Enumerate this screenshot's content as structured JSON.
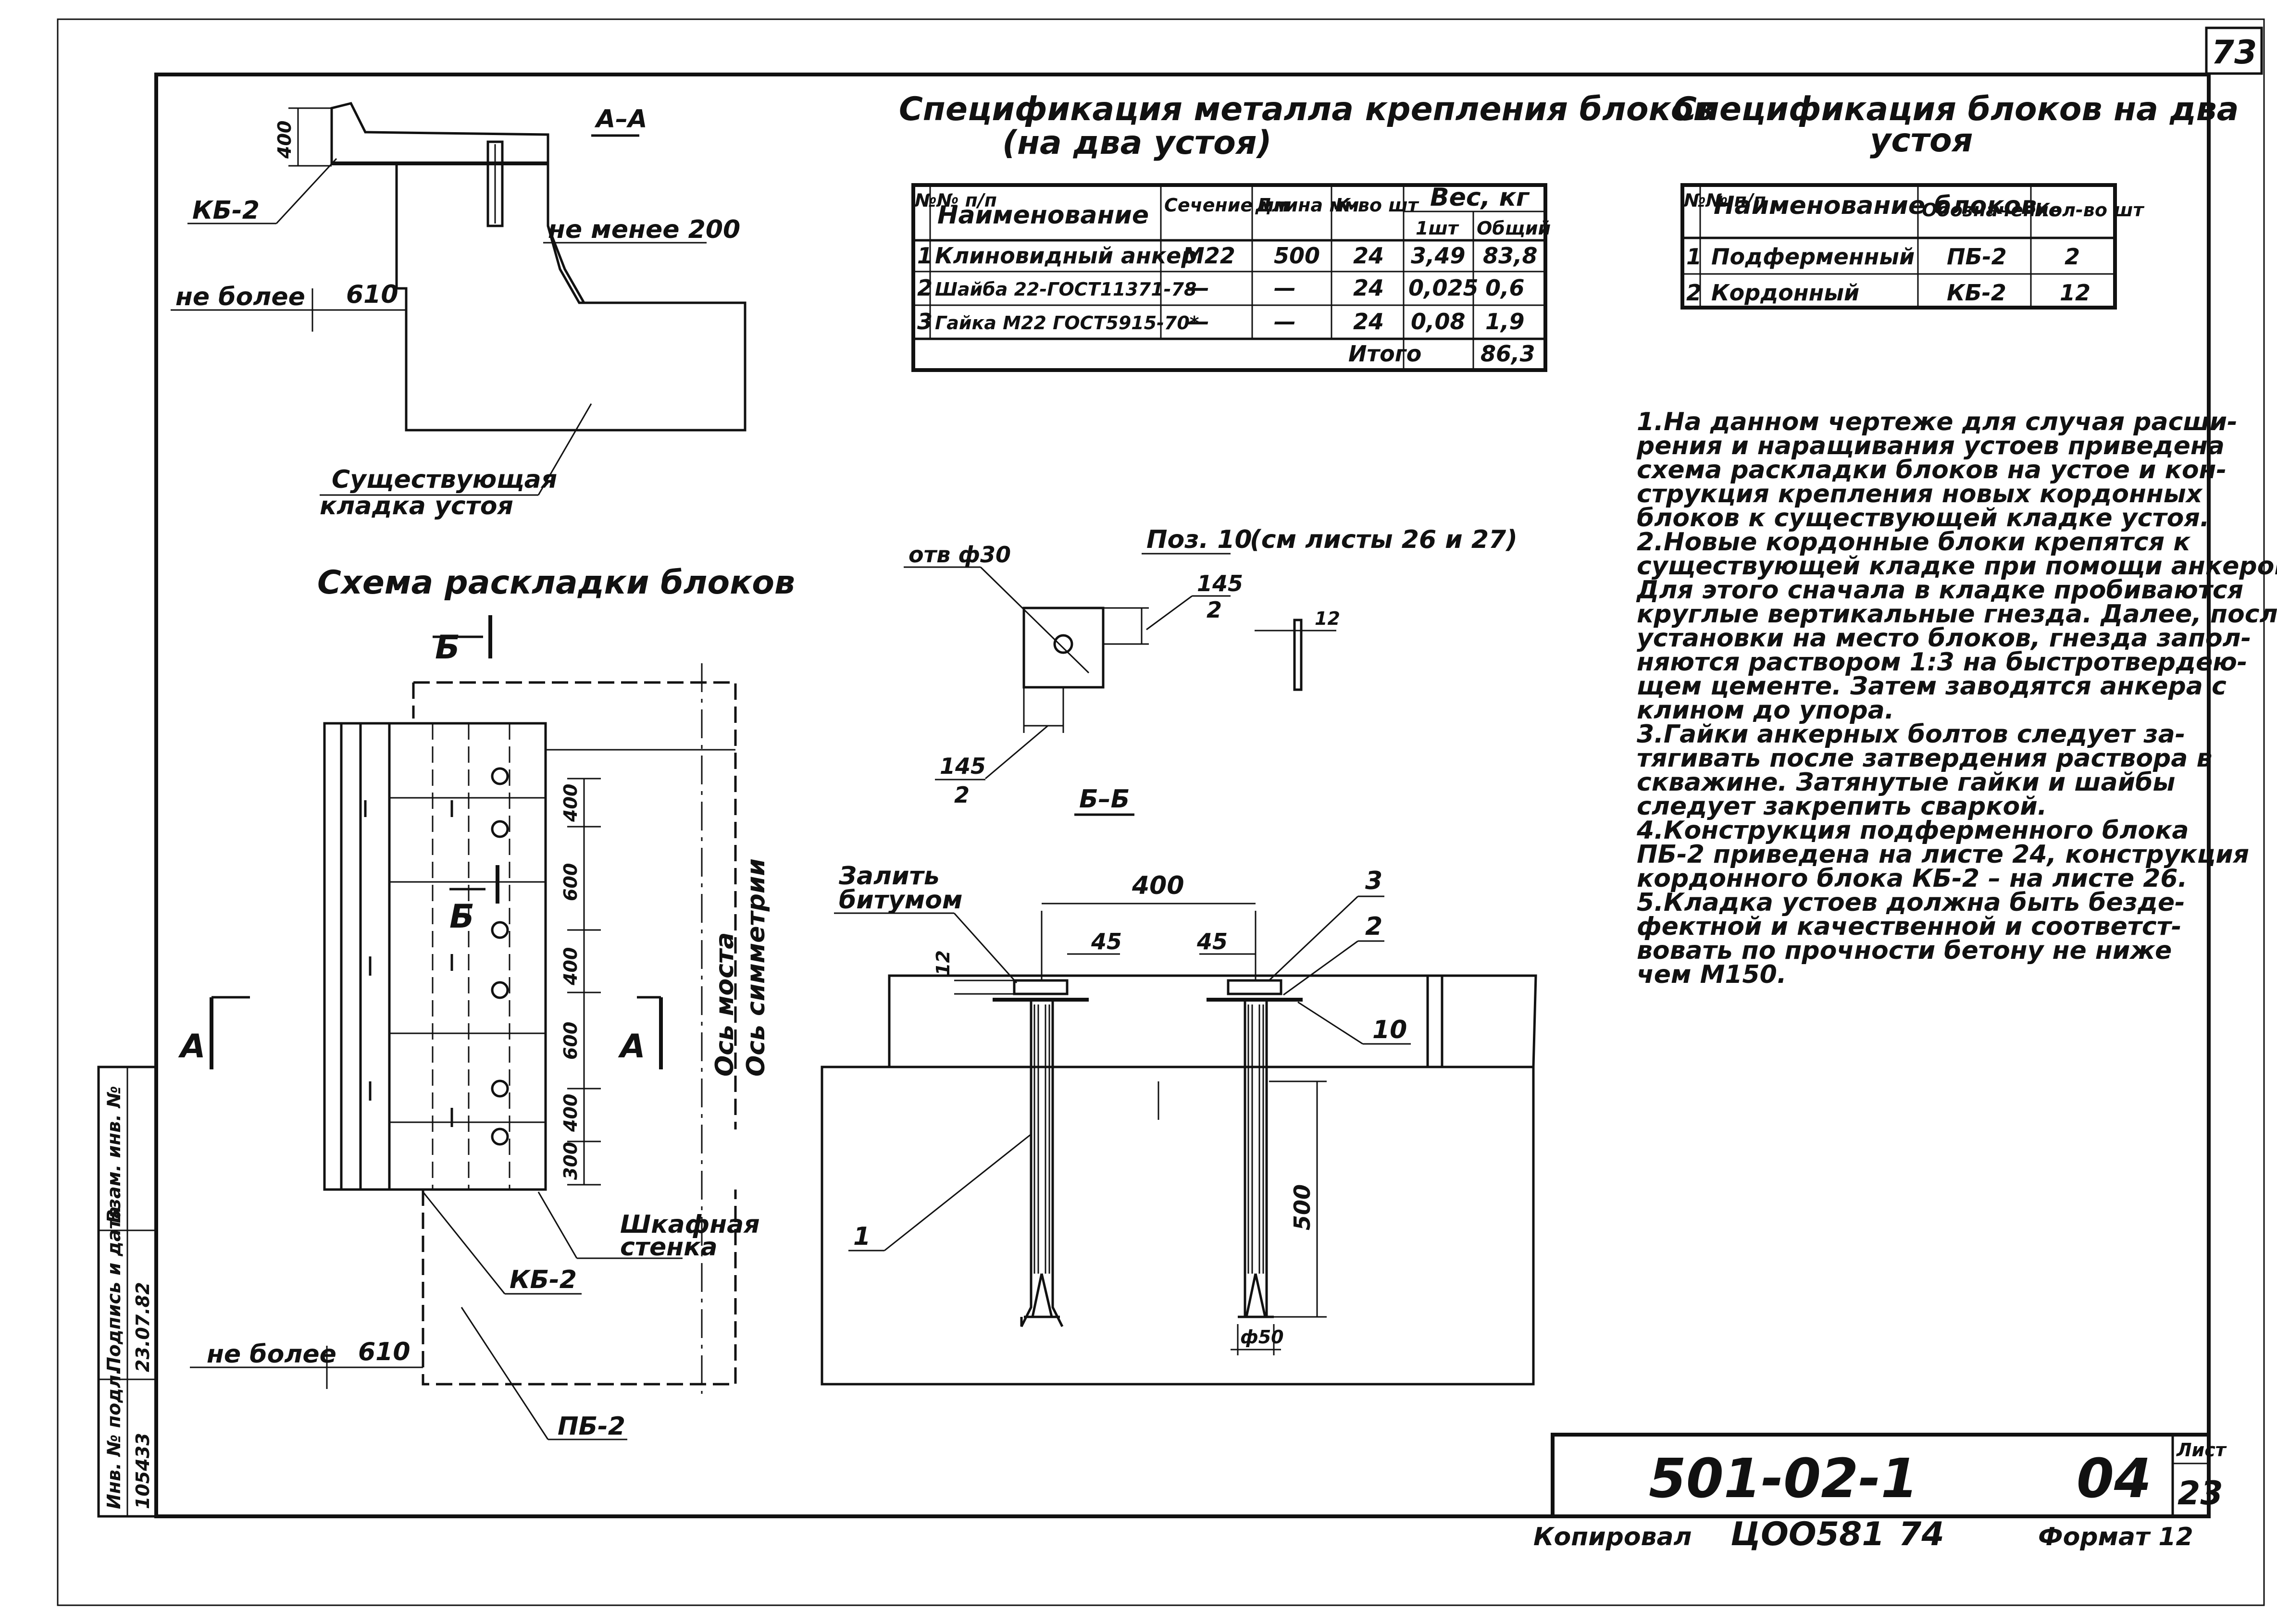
{
  "sheet": {
    "number_top": "73",
    "doc_code": "501-02-1",
    "part": "04",
    "list_label": "Лист",
    "list_no": "23",
    "copy_label": "Копировал",
    "copy_code": "ЦОО581",
    "copy_no": "74",
    "format": "Формат 12"
  },
  "stamp": {
    "headers": [
      "Инв. № подл.",
      "Подпись и дата",
      "Взам. инв. №"
    ],
    "values": [
      "105433",
      "23.07.82",
      ""
    ]
  },
  "section_aa": {
    "title": "А–А",
    "dim_400": "400",
    "kb2": "КБ-2",
    "min_200": "не менее 200",
    "no_more": "не более",
    "dim_610": "610",
    "masonry_l1": "Существующая",
    "masonry_l2": "кладка устоя"
  },
  "plan": {
    "title": "Схема раскладки блоков",
    "mark_b": "Б",
    "mark_a": "А",
    "dims": [
      "400",
      "600",
      "400",
      "600",
      "400",
      "300"
    ],
    "axis1": "Ось моста",
    "axis2": "Ось симметрии",
    "wall_l1": "Шкафная",
    "wall_l2": "стенка",
    "kb2": "КБ-2",
    "pb2": "ПБ-2",
    "no_more": "не более",
    "dim_610": "610"
  },
  "metal_spec": {
    "title_l1": "Спецификация металла крепления блоков",
    "title_l2": "(на два устоя)",
    "head_no": "№№ п/п",
    "head_name": "Наименование",
    "head_section": "Сечение мм",
    "head_length": "Длина мм",
    "head_qty": "К-во шт",
    "head_weight": "Вес, кг",
    "head_w1": "1шт",
    "head_wall": "Общий",
    "rows": [
      {
        "no": "1",
        "name": "Клиновидный анкер",
        "section": "М22",
        "length": "500",
        "qty": "24",
        "w1": "3,49",
        "wall": "83,8"
      },
      {
        "no": "2",
        "name": "Шайба 22-ГОСТ11371-78",
        "section": "—",
        "length": "—",
        "qty": "24",
        "w1": "0,025",
        "wall": "0,6"
      },
      {
        "no": "3",
        "name": "Гайка М22 ГОСТ5915-70*",
        "section": "—",
        "length": "—",
        "qty": "24",
        "w1": "0,08",
        "wall": "1,9"
      }
    ],
    "total_label": "Итого",
    "total": "86,3"
  },
  "blocks_spec": {
    "title_l1": "Спецификация блоков на два",
    "title_l2": "устоя",
    "head_no": "№№ п/п",
    "head_name": "Наименование блоков",
    "head_mark": "Обозначение",
    "head_qty": "Кол-во шт",
    "rows": [
      {
        "no": "1",
        "name": "Подферменный",
        "mark": "ПБ-2",
        "qty": "2"
      },
      {
        "no": "2",
        "name": "Кордонный",
        "mark": "КБ-2",
        "qty": "12"
      }
    ]
  },
  "pos10": {
    "title": "Поз. 10",
    "ref": "(см листы 26 и 27)",
    "hole": "отв ф30",
    "frac_num": "145",
    "frac_den": "2",
    "thick": "12"
  },
  "section_bb": {
    "title": "Б–Б",
    "pour_l1": "Залить",
    "pour_l2": "битумом",
    "dim_400": "400",
    "dim_45a": "45",
    "dim_45b": "45",
    "dim_12": "12",
    "dim_500": "500",
    "dim_d50": "ф50",
    "pos1": "1",
    "pos2": "2",
    "pos3": "3",
    "pos10": "10"
  },
  "notes": [
    "1.На данном чертеже для случая расши-",
    "рения и наращивания устоев приведена",
    "схема раскладки блоков на устое и кон-",
    "струкция крепления новых кордонных",
    "блоков к существующей кладке устоя.",
    "  2.Новые кордонные блоки крепятся к",
    "существующей кладке при помощи анкеров.",
    "Для этого сначала в кладке пробиваются",
    "круглые вертикальные гнезда. Далее, после",
    "установки на место блоков, гнезда запол-",
    "няются раствором 1:3 на быстротвердею-",
    "щем цементе. Затем заводятся анкера с",
    "клином до упора.",
    "  3.Гайки анкерных болтов следует за-",
    "тягивать после затвердения раствора в",
    "скважине. Затянутые гайки и шайбы",
    "следует закрепить сваркой.",
    "  4.Конструкция подферменного блока",
    "ПБ-2 приведена на листе 24, конструкция",
    "кордонного блока КБ-2 – на листе 26.",
    "  5.Кладка устоев должна быть безде-",
    "фектной и качественной и соответст-",
    "вовать по прочности бетону не ниже",
    "чем М150."
  ]
}
